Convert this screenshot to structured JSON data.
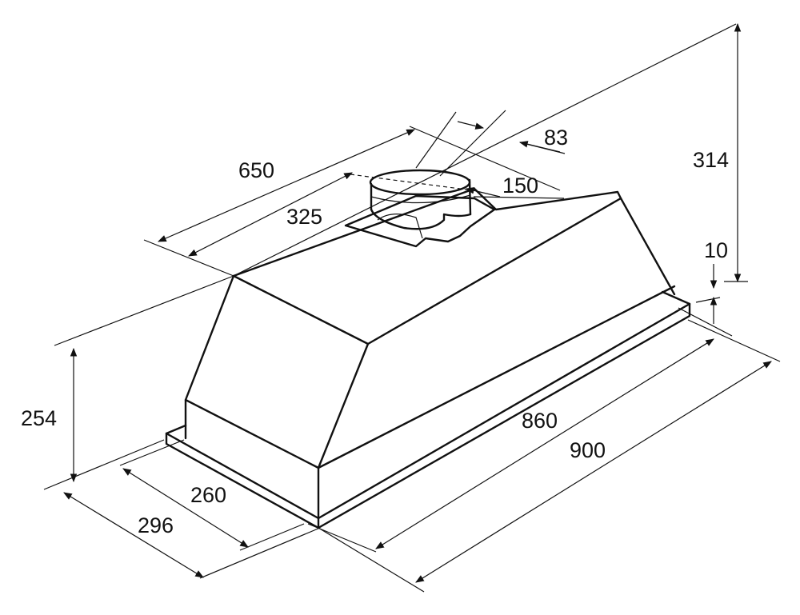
{
  "dimensions": {
    "total_width": "900",
    "inner_width": "860",
    "depth_total": "650",
    "depth_half": "325",
    "front_total": "296",
    "front_inner": "260",
    "height_body": "254",
    "height_total": "314",
    "flange": "10",
    "outlet_offset": "83",
    "outlet_diameter": "150"
  },
  "colors": {
    "line": "#111111",
    "background": "#ffffff"
  }
}
